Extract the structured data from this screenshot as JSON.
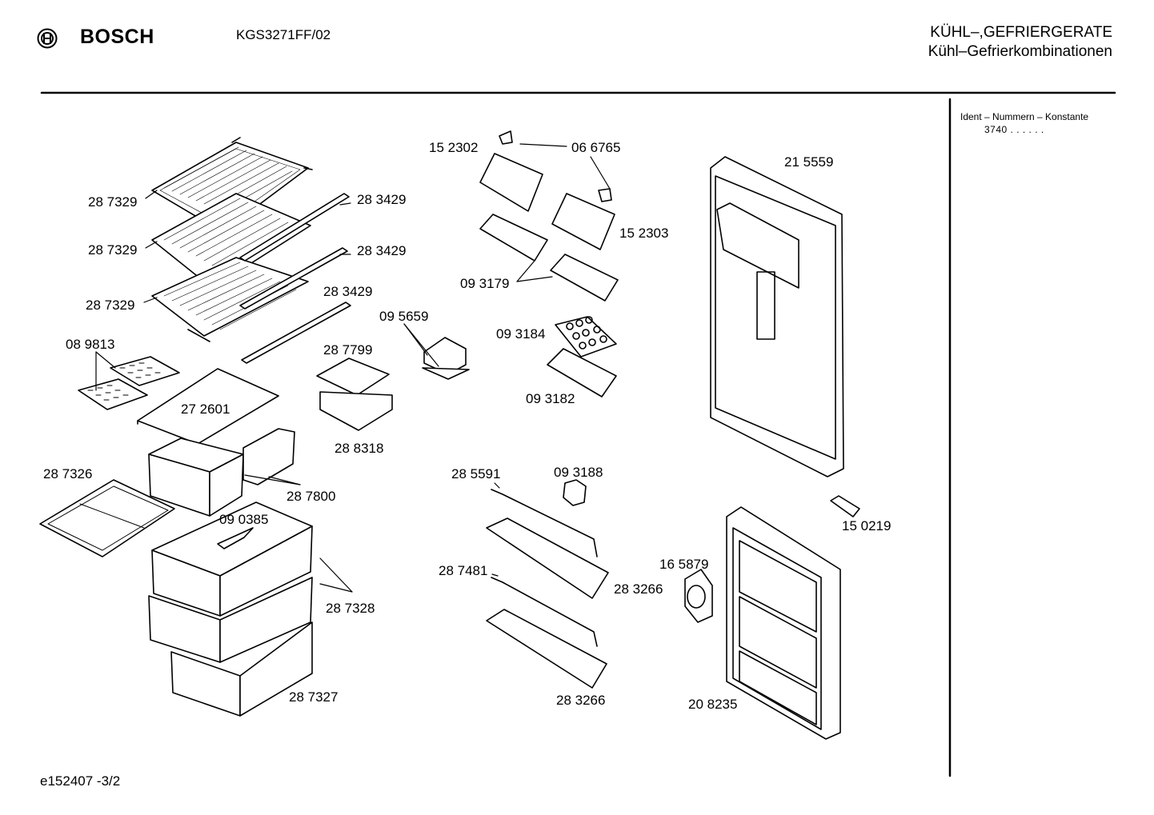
{
  "header": {
    "brand": "BOSCH",
    "model": "KGS3271FF/02",
    "category_line1": "KÜHL–,GEFRIERGERATE",
    "category_line2": "Kühl–Gefrierkombinationen"
  },
  "ident": {
    "line1": "Ident – Nummern – Konstante",
    "line2": "3740  .  .  .  .  .  ."
  },
  "footer": {
    "code": "e152407   -3/2"
  },
  "parts": {
    "p287329a": "28 7329",
    "p287329b": "28 7329",
    "p287329c": "28 7329",
    "p283429a": "28 3429",
    "p283429b": "28 3429",
    "p283429c": "28 3429",
    "p089813": "08 9813",
    "p272601": "27 2601",
    "p287799": "28 7799",
    "p288318": "28 8318",
    "p095659": "09 5659",
    "p287326": "28 7326",
    "p287800": "28 7800",
    "p090385": "09 0385",
    "p287328": "28 7328",
    "p287327": "28 7327",
    "p152302": "15 2302",
    "p066765": "06 6765",
    "p152303": "15 2303",
    "p093179": "09 3179",
    "p093184": "09 3184",
    "p093182": "09 3182",
    "p285591": "28 5591",
    "p093188": "09 3188",
    "p287481": "28 7481",
    "p283266a": "28 3266",
    "p283266b": "28 3266",
    "p215559": "21 5559",
    "p150219": "15 0219",
    "p165879": "16 5879",
    "p208235": "20 8235"
  }
}
